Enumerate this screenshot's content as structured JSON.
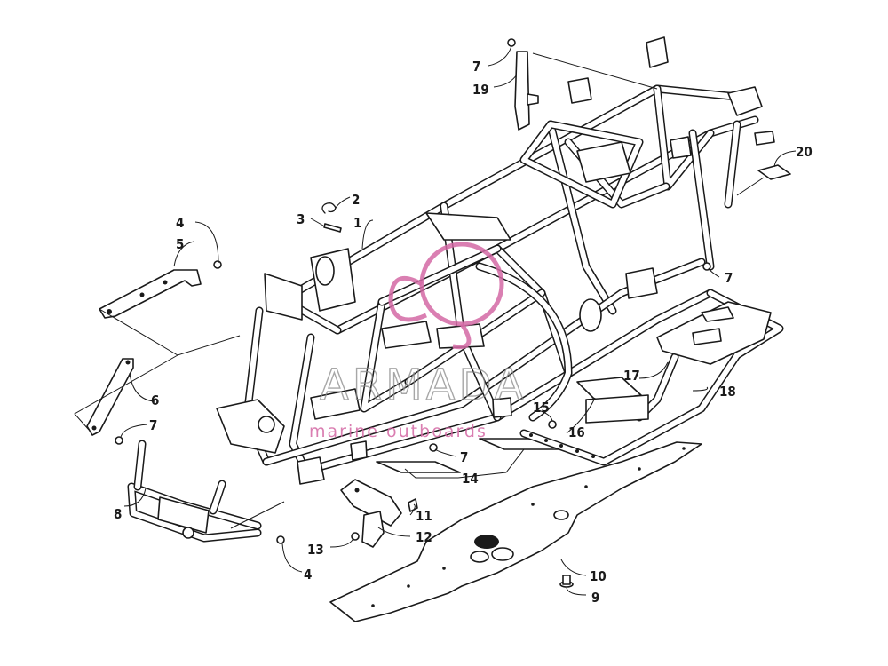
{
  "callouts": [
    {
      "id": "c1",
      "text": "1"
    },
    {
      "id": "c2",
      "text": "2"
    },
    {
      "id": "c3",
      "text": "3"
    },
    {
      "id": "c4a",
      "text": "4"
    },
    {
      "id": "c4b",
      "text": "4"
    },
    {
      "id": "c5",
      "text": "5"
    },
    {
      "id": "c6",
      "text": "6"
    },
    {
      "id": "c7a",
      "text": "7"
    },
    {
      "id": "c7b",
      "text": "7"
    },
    {
      "id": "c7c",
      "text": "7"
    },
    {
      "id": "c7d",
      "text": "7"
    },
    {
      "id": "c8",
      "text": "8"
    },
    {
      "id": "c9",
      "text": "9"
    },
    {
      "id": "c10",
      "text": "10"
    },
    {
      "id": "c11",
      "text": "11"
    },
    {
      "id": "c12",
      "text": "12"
    },
    {
      "id": "c13",
      "text": "13"
    },
    {
      "id": "c14",
      "text": "14"
    },
    {
      "id": "c15",
      "text": "15"
    },
    {
      "id": "c16",
      "text": "16"
    },
    {
      "id": "c17",
      "text": "17"
    },
    {
      "id": "c18",
      "text": "18"
    },
    {
      "id": "c19",
      "text": "19"
    },
    {
      "id": "c20",
      "text": "20"
    }
  ],
  "watermark": {
    "brand": "ARMADA",
    "tagline": "marine outboards",
    "color": "#d468a4"
  },
  "colors": {
    "line": "#1a1a1a",
    "background": "#ffffff"
  }
}
